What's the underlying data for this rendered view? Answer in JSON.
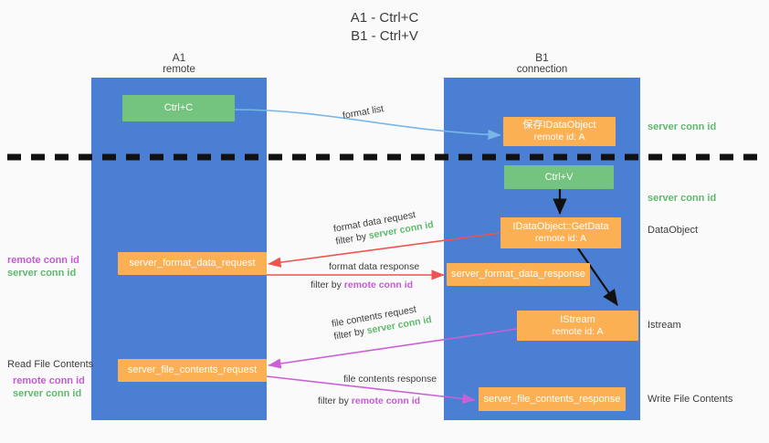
{
  "title": "A1 - Ctrl+C\nB1 - Ctrl+V",
  "colors": {
    "lane": "#4a7fd4",
    "node_orange": "#fcb054",
    "node_green": "#74c37f",
    "green_text": "#5fb86e",
    "magenta_text": "#c45bd4",
    "arrow_blue": "#7ab6e8",
    "arrow_red": "#ef5350",
    "arrow_magenta": "#cc5fd6",
    "arrow_black": "#111111",
    "divider": "#111111",
    "background": "#fafafa"
  },
  "lanes": [
    {
      "name": "a1",
      "title": "A1",
      "subtitle": "remote"
    },
    {
      "name": "b1",
      "title": "B1",
      "subtitle": "connection"
    }
  ],
  "nodes": [
    {
      "name": "ctrl-c",
      "line1": "Ctrl+C",
      "line2": "",
      "color": "green"
    },
    {
      "name": "save-idataobject",
      "line1": "保存IDataObject",
      "line2": "remote id: A",
      "color": "orange"
    },
    {
      "name": "ctrl-v",
      "line1": "Ctrl+V",
      "line2": "",
      "color": "green"
    },
    {
      "name": "idataobject-getdata",
      "line1": "IDataObject::GetData",
      "line2": "remote id: A",
      "color": "orange"
    },
    {
      "name": "server-format-data-request",
      "line1": "server_format_data_request",
      "line2": "",
      "color": "orange"
    },
    {
      "name": "server-format-data-response",
      "line1": "server_format_data_response",
      "line2": "",
      "color": "orange"
    },
    {
      "name": "istream",
      "line1": "IStream",
      "line2": "remote id: A",
      "color": "orange"
    },
    {
      "name": "server-file-contents-request",
      "line1": "server_file_contents_request",
      "line2": "",
      "color": "orange"
    },
    {
      "name": "server-file-contents-response",
      "line1": "server_file_contents_response",
      "line2": "",
      "color": "orange"
    }
  ],
  "edge_labels": {
    "format_list": "format list",
    "format_data_request": "format data request",
    "format_data_response": "format data response",
    "file_contents_request": "file contents request",
    "file_contents_response": "file contents response",
    "filter_by": "filter by ",
    "server_conn_id": "server conn id",
    "remote_conn_id": "remote conn id"
  },
  "right_labels": [
    {
      "name": "server-conn-id-top",
      "text": "server conn id",
      "kind": "green"
    },
    {
      "name": "server-conn-id-second",
      "text": "server conn id",
      "kind": "green"
    },
    {
      "name": "dataobject",
      "text": "DataObject",
      "kind": "plain"
    },
    {
      "name": "istream",
      "text": "Istream",
      "kind": "plain"
    },
    {
      "name": "write-file-contents",
      "text": "Write File Contents",
      "kind": "plain"
    }
  ],
  "left_labels": {
    "legend_remote": "remote conn id",
    "legend_server": "server conn id",
    "read_file_contents": "Read File Contents"
  }
}
